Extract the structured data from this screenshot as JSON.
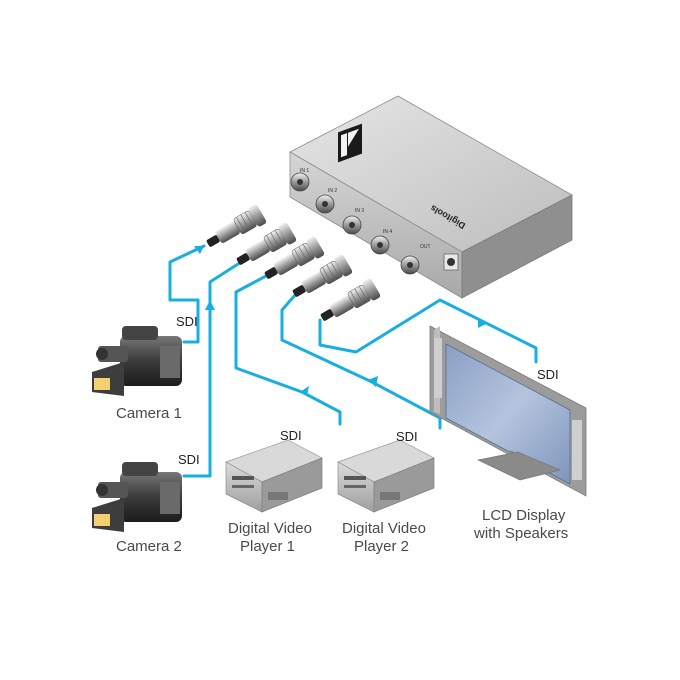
{
  "device": {
    "brand_text": "Digitools",
    "port_labels": [
      "IN 1",
      "IN 2",
      "IN 3",
      "IN 4",
      "OUT"
    ],
    "logo_color": "#1a1a1a"
  },
  "cable_color": "#19aee0",
  "signal_labels": {
    "camera1": "SDI",
    "camera2": "SDI",
    "player1": "SDI",
    "player2": "SDI",
    "display": "SDI"
  },
  "devices": {
    "camera1": "Camera 1",
    "camera2": "Camera 2",
    "player1_line1": "Digital Video",
    "player1_line2": "Player 1",
    "player2_line1": "Digital Video",
    "player2_line2": "Player 2",
    "display_line1": "LCD Display",
    "display_line2": "with Speakers"
  }
}
